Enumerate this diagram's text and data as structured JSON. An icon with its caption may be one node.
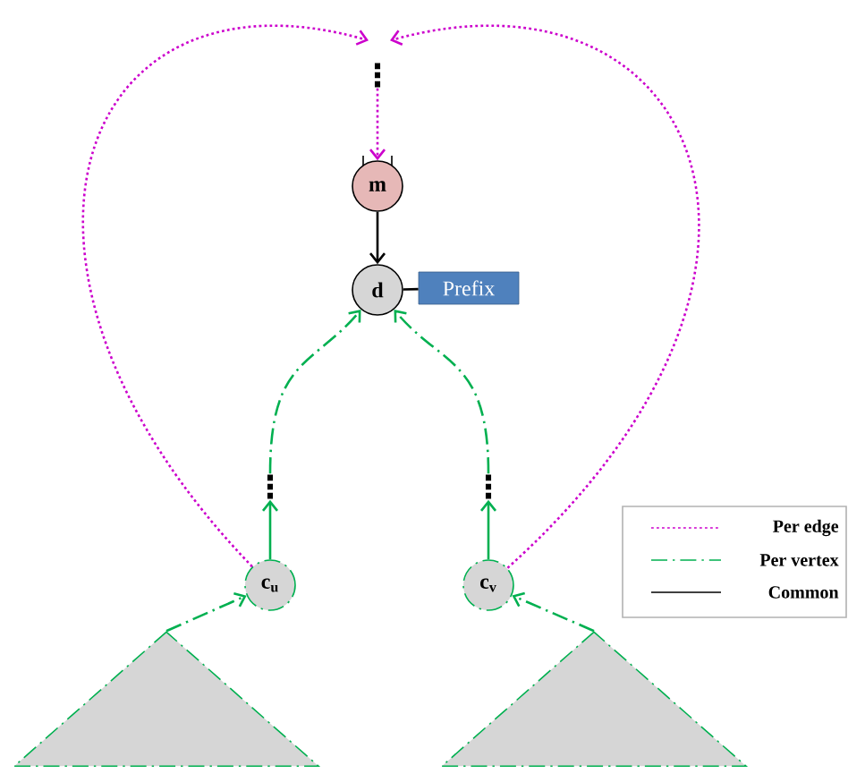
{
  "diagram": {
    "nodes": [
      {
        "text": [
          "⋮"
        ]
      },
      {
        "text": [
          "m"
        ]
      },
      {
        "text": [
          "d"
        ]
      },
      {
        "text": [
          "Prefix"
        ]
      },
      {
        "text": [
          "⋮"
        ]
      },
      {
        "text": [
          "⋮"
        ]
      },
      {
        "text": [
          "c$_{u}$"
        ]
      },
      {
        "text": [
          "c$_{v}$"
        ]
      },
      {
        "text": [],
        "shape": "triangle"
      },
      {
        "text": [],
        "shape": "triangle"
      }
    ],
    "edges": [
      {
        "from": 6,
        "to": 0,
        "arrow": "to",
        "style": "dashed",
        "color": "#cc00cc"
      },
      {
        "from": 7,
        "to": 0,
        "arrow": "to",
        "style": "dashed",
        "color": "#cc00cc"
      },
      {
        "from": 0,
        "to": 1,
        "arrow": "to",
        "style": "dashed",
        "color": "#cc00cc"
      },
      {
        "from": 1,
        "to": 2,
        "arrow": "to",
        "color": "#000000"
      },
      {
        "from": 2,
        "to": 3,
        "arrow": "none",
        "color": "#000000"
      },
      {
        "from": 6,
        "to": 4,
        "arrow": "to"
      },
      {
        "from": 7,
        "to": 5,
        "arrow": "to"
      },
      {
        "from": 4,
        "to": 2,
        "arrow": "to",
        "style": "dashed"
      },
      {
        "from": 5,
        "to": 2,
        "arrow": "to",
        "style": "dashed"
      },
      {
        "from": 8,
        "to": 6,
        "arrow": "to",
        "style": "dashed"
      },
      {
        "from": 9,
        "to": 7,
        "arrow": "to",
        "style": "dashed"
      }
    ],
    "legend": [
      {
        "text": "Per edge"
      },
      {
        "text": "Per vertex"
      },
      {
        "text": "Common"
      }
    ]
  }
}
